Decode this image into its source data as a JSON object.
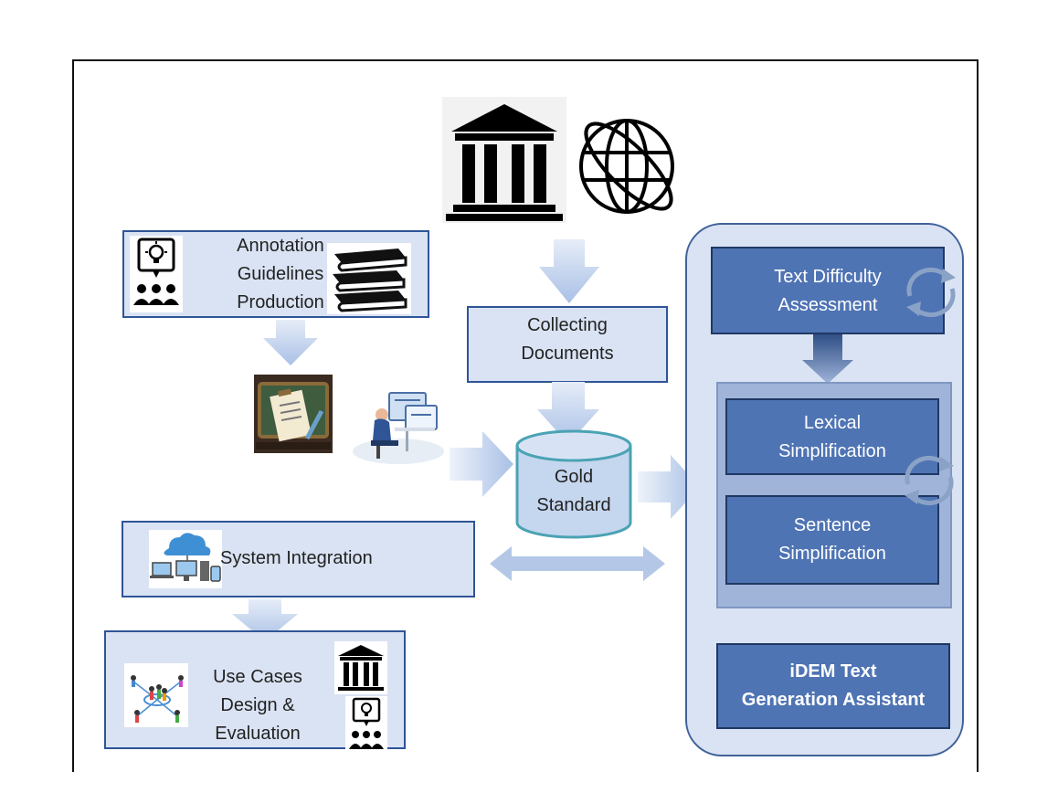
{
  "diagram": {
    "annotation": {
      "line1": "Annotation",
      "line2": "Guidelines",
      "line3": "Production"
    },
    "collecting": {
      "line1": "Collecting",
      "line2": "Documents"
    },
    "gold": {
      "line1": "Gold",
      "line2": "Standard"
    },
    "system": {
      "label": "System Integration"
    },
    "usecases": {
      "line1": "Use Cases",
      "line2": "Design &",
      "line3": "Evaluation"
    },
    "difficulty": {
      "line1": "Text Difficulty",
      "line2": "Assessment"
    },
    "lexical": {
      "line1": "Lexical",
      "line2": "Simplification"
    },
    "sentence": {
      "line1": "Sentence",
      "line2": "Simplification"
    },
    "assistant": {
      "line1": "iDEM Text",
      "line2": "Generation Assistant"
    },
    "colors": {
      "light_box": "#dae3f3",
      "dark_box": "#4f74b4",
      "border": "#2f5597",
      "arrow": "#b4c7e7"
    },
    "icons": [
      "institution-icon",
      "globe-icon",
      "lightbulb-presenter-icon",
      "books-icon",
      "guidelines-board-icon",
      "annotator-desk-icon",
      "cloud-network-icon",
      "people-network-icon",
      "cycle-arrows-icon"
    ]
  }
}
